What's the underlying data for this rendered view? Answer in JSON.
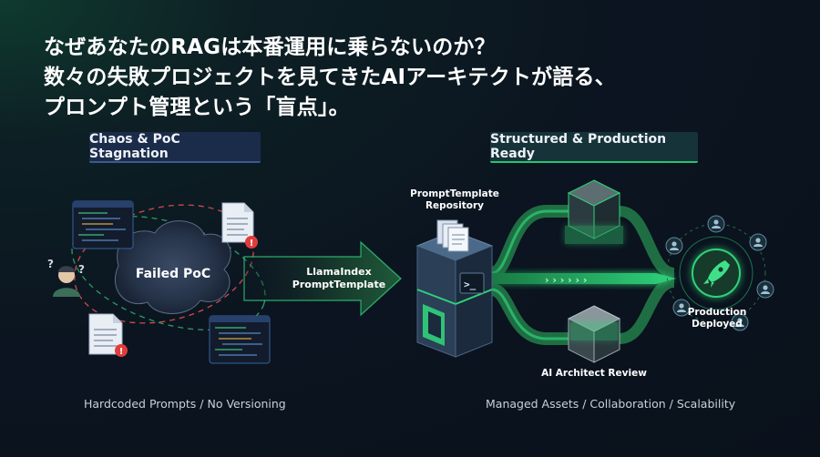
{
  "title": {
    "line1": "なぜあなたのRAGは本番運用に乗らないのか？",
    "line2": "数々の失敗プロジェクトを見てきたAIアーキテクトが語る、",
    "line3": "プロンプト管理という「盲点」。"
  },
  "left": {
    "header": "Chaos & PoC Stagnation",
    "center_label": "Failed PoC",
    "caption": "Hardcoded Prompts / No Versioning"
  },
  "middle": {
    "arrow_line1": "LlamaIndex",
    "arrow_line2": "PromptTemplate"
  },
  "right": {
    "header": "Structured & Production Ready",
    "repo_line1": "PromptTemplate",
    "repo_line2": "Repository",
    "review_label": "AI Architect Review",
    "deployed_line1": "Production",
    "deployed_line2": "Deployed",
    "caption": "Managed Assets / Collaboration / Scalability"
  },
  "colors": {
    "accent_green": "#2fd27a",
    "alert_red": "#e03c3c",
    "navy_pill": "#1b2b4a"
  },
  "icons": [
    "code-window-icon",
    "document-icon",
    "alert-icon",
    "confused-user-icon",
    "question-mark-icon",
    "folder-stack-icon",
    "terminal-icon",
    "cube-icon",
    "rocket-icon",
    "user-icon"
  ]
}
